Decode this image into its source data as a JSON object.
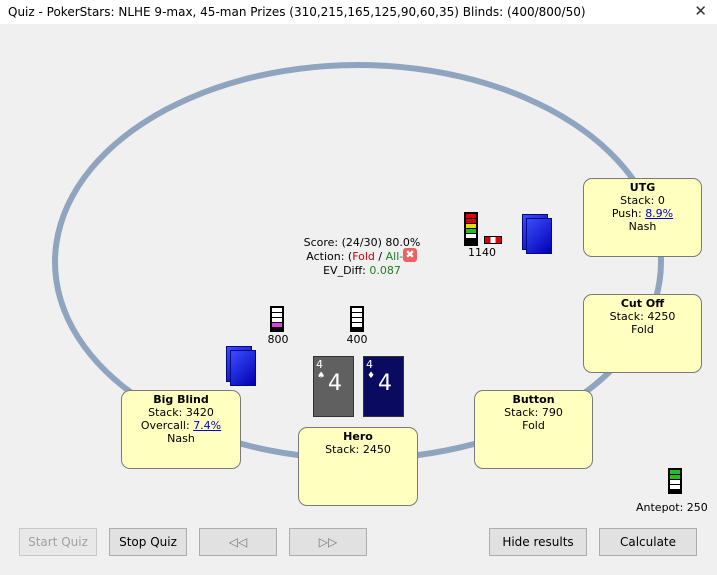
{
  "window": {
    "title": "Quiz - PokerStars: NLHE 9-max, 45-man Prizes (310,215,165,125,90,60,35) Blinds: (400/800/50)",
    "close_glyph": "✕"
  },
  "seats": {
    "utg": {
      "name": "UTG",
      "stack": "Stack: 0",
      "push_label": "Push: ",
      "push_value": "8.9%",
      "action": "Nash"
    },
    "cutoff": {
      "name": "Cut Off",
      "stack": "Stack: 4250",
      "action": "Fold"
    },
    "button": {
      "name": "Button",
      "stack": "Stack: 790",
      "action": "Fold"
    },
    "hero": {
      "name": "Hero",
      "stack": "Stack: 2450"
    },
    "bigblind": {
      "name": "Big Blind",
      "stack": "Stack: 3420",
      "overcall_label": "Overcall: ",
      "overcall_value": "7.4%",
      "action": "Nash"
    }
  },
  "bets": {
    "utg": "1140",
    "bigblind": "800",
    "smallblind": "400",
    "antepot": "Antepot: 250"
  },
  "result": {
    "score": "Score: (24/30) 80.0%",
    "action_label": "Action: (",
    "action_fold": "Fold",
    "action_sep": " / ",
    "action_allin": "All-In",
    "action_close": ")",
    "ev_label": "EV_Diff: ",
    "ev_value": "0.087",
    "wrong_icon": "✖"
  },
  "hero_cards": [
    {
      "rank": "4",
      "suit": "♠",
      "big": "4",
      "color": "#606060"
    },
    {
      "rank": "4",
      "suit": "♦",
      "big": "4",
      "color": "#0a0a60"
    }
  ],
  "buttons": {
    "start_quiz": "Start Quiz",
    "stop_quiz": "Stop Quiz",
    "rewind": "◁◁",
    "forward": "▷▷",
    "hide_results": "Hide results",
    "calculate": "Calculate"
  },
  "colors": {
    "seat_bg": "#ffffc0",
    "table_rail": "#8fa4be",
    "deck_blue": "#0000b0"
  }
}
